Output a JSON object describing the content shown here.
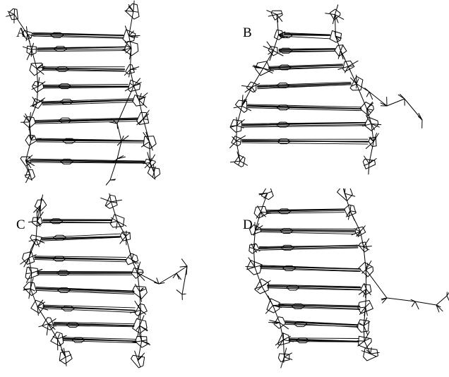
{
  "figure": {
    "panels": [
      {
        "label": "A",
        "model": "dna-duplex-structure-a"
      },
      {
        "label": "B",
        "model": "dna-duplex-structure-b"
      },
      {
        "label": "C",
        "model": "dna-duplex-structure-c"
      },
      {
        "label": "D",
        "model": "dna-duplex-structure-d"
      }
    ],
    "colors": {
      "line": "#000000",
      "background": "#ffffff"
    }
  }
}
